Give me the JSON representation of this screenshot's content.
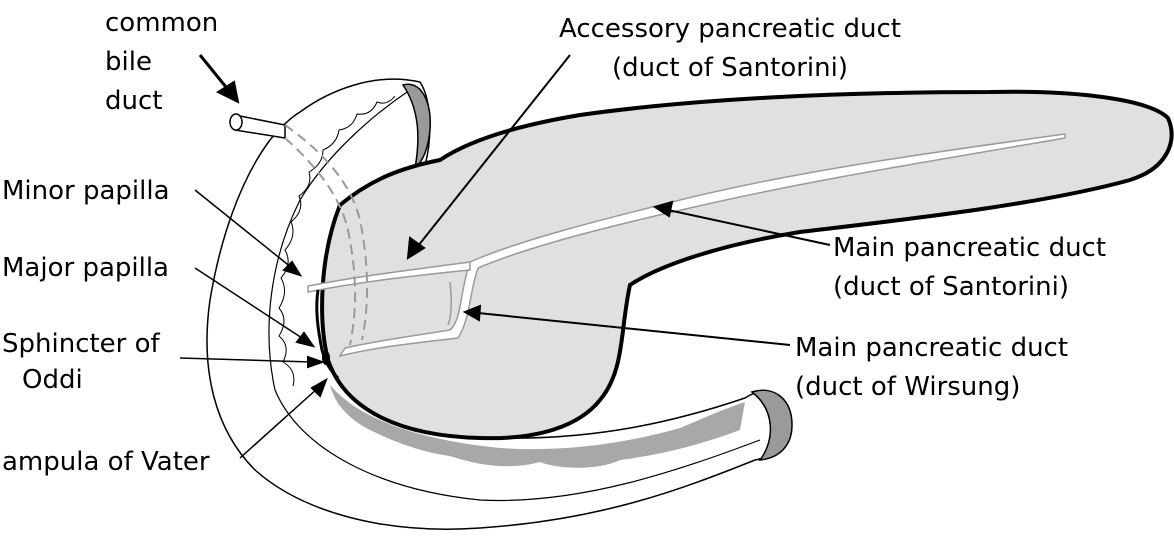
{
  "colors": {
    "stroke": "#000000",
    "pancreas_fill": "#e0e0e0",
    "duodenum_fill": "#ffffff",
    "shade": "#a8a8a8",
    "duct_fill": "#ffffff",
    "duct_line": "#9a9a9a"
  },
  "labels": {
    "common_bile_duct": {
      "line1": "common",
      "line2": "bile",
      "line3": "duct"
    },
    "accessory_duct": {
      "line1": "Accessory pancreatic duct",
      "line2": "(duct of Santorini)"
    },
    "minor_papilla": "Minor papilla",
    "major_papilla": "Major papilla",
    "sphincter": {
      "line1": "Sphincter of",
      "line2": "Oddi"
    },
    "ampulla": "ampula of Vater",
    "main_duct_santorini": {
      "line1": "Main pancreatic duct",
      "line2": "(duct of Santorini)"
    },
    "main_duct_wirsung": {
      "line1": "Main pancreatic duct",
      "line2": "(duct of Wirsung)"
    }
  }
}
